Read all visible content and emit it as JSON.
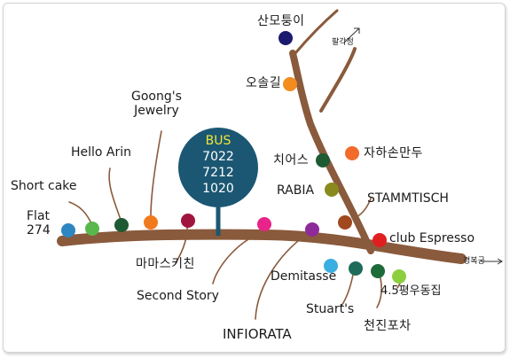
{
  "map": {
    "bus_sign": {
      "title": "BUS",
      "routes": [
        "7022",
        "7212",
        "1020"
      ],
      "fill": "#1b5773",
      "title_color": "#f2e733"
    },
    "road_color": "#8a5a3c",
    "places": [
      {
        "label": "Flat\n274",
        "color": "#2e86c1"
      },
      {
        "label": "Short cake",
        "color": "#58b84c"
      },
      {
        "label": "Hello Arin",
        "color": "#1e5b32"
      },
      {
        "label": "Goong's\nJewelry",
        "color": "#f27a1e"
      },
      {
        "label": "마마스키친",
        "color": "#a0153e"
      },
      {
        "label": "Second Story",
        "color": "#e8238a"
      },
      {
        "label": "INFIORATA",
        "color": "#8e2a9a"
      },
      {
        "label": "산모퉁이",
        "color": "#1a1a6e"
      },
      {
        "label": "오솔길",
        "color": "#f28c1e"
      },
      {
        "label": "치어스",
        "color": "#1e5b32"
      },
      {
        "label": "RABIA",
        "color": "#8a8a1e"
      },
      {
        "label": "자하손만두",
        "color": "#f26b2a"
      },
      {
        "label": "STAMMTISCH",
        "color": "#a0481e"
      },
      {
        "label": "club Espresso",
        "color": "#e02020"
      },
      {
        "label": "Demitasse",
        "color": "#3aaee0"
      },
      {
        "label": "Stuart's",
        "color": "#1e6b5a"
      },
      {
        "label": "천진포차",
        "color": "#1e6b3a"
      },
      {
        "label": "4.5평우동집",
        "color": "#8ccf3e"
      }
    ],
    "directions": {
      "north": "팔각정",
      "east": "경복궁"
    }
  }
}
